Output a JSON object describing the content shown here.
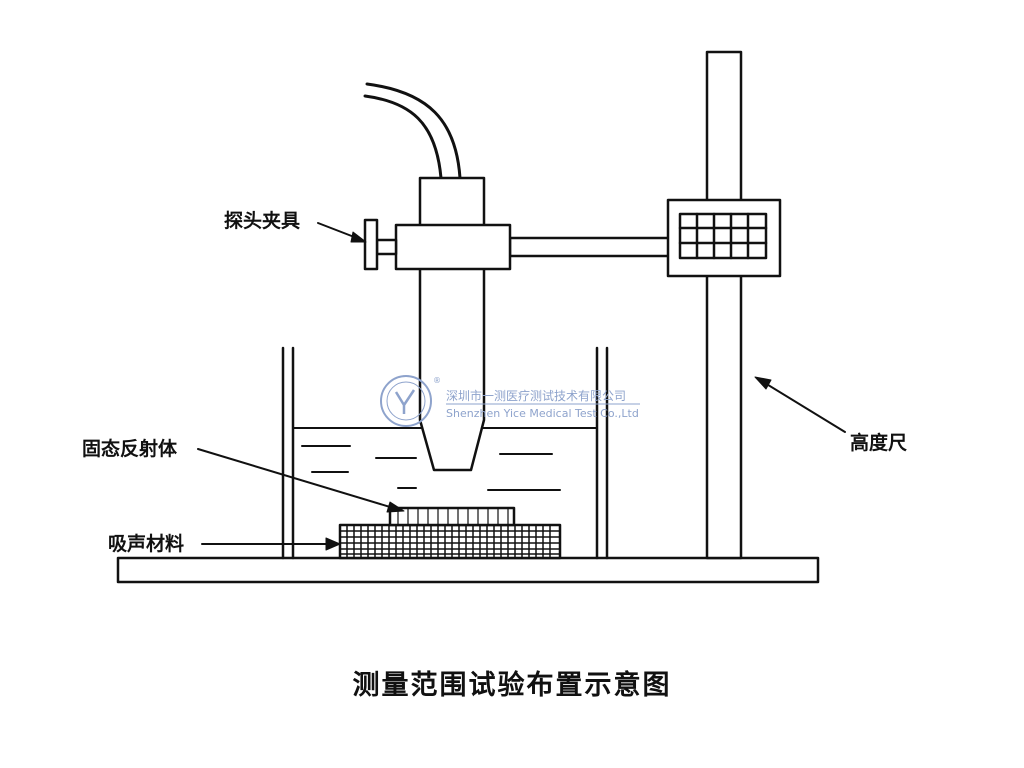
{
  "labels": {
    "probe_clamp": "探头夹具",
    "solid_reflector": "固态反射体",
    "sound_absorbing_material": "吸声材料",
    "height_gauge": "高度尺"
  },
  "caption": "测量范围试验布置示意图",
  "watermark": {
    "company_cn": "深圳市一测医疗测试技术有限公司",
    "company_en": "Shenzhen Yice Medical Test Co.,Ltd",
    "registered_mark": "®"
  },
  "colors": {
    "ink": "#111111",
    "watermark": "#8ea3cc"
  }
}
